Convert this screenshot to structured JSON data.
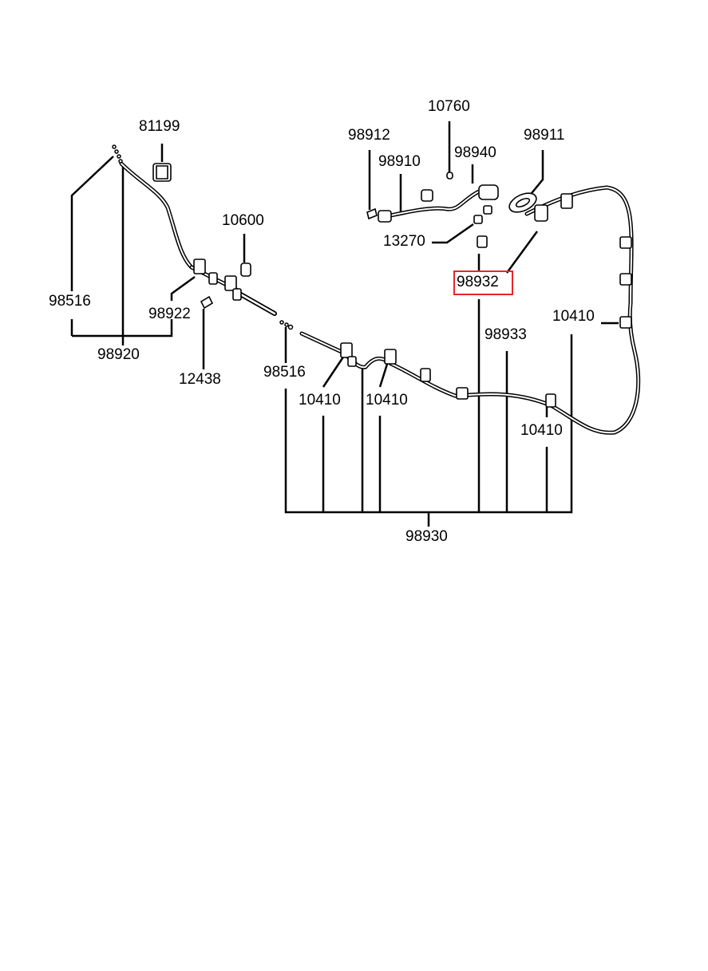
{
  "diagram": {
    "highlight_color": "#e8262b",
    "line_color": "#000000",
    "highlighted_part": "98932",
    "part_labels": {
      "p81199": "81199",
      "p10760": "10760",
      "p98912": "98912",
      "p98940": "98940",
      "p98911": "98911",
      "p98910": "98910",
      "p10600": "10600",
      "p13270": "13270",
      "p98932": "98932",
      "p98516_left": "98516",
      "p98922": "98922",
      "p98933": "98933",
      "p10410_right": "10410",
      "p98920": "98920",
      "p98516_mid": "98516",
      "p12438": "12438",
      "p10410_a": "10410",
      "p10410_b": "10410",
      "p10410_c": "10410",
      "p98930": "98930"
    }
  }
}
